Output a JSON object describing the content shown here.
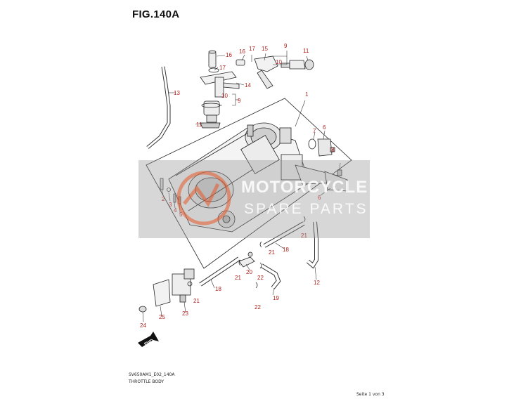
{
  "figure": {
    "title": "FIG.140A",
    "drawing_code": "SV650AM1_E02_140A",
    "drawing_name": "THROTTLE BODY",
    "page_label": "Seite 1 von 3"
  },
  "watermark": {
    "line1": "MOTORCYCLE",
    "line2": "SPARE PARTS"
  },
  "direction_marker": "FWD",
  "callouts": [
    {
      "id": "c1",
      "label": "1"
    },
    {
      "id": "c2",
      "label": "2"
    },
    {
      "id": "c3",
      "label": "3"
    },
    {
      "id": "c4",
      "label": "4"
    },
    {
      "id": "c5",
      "label": "5"
    },
    {
      "id": "c6a",
      "label": "6"
    },
    {
      "id": "c6b",
      "label": "6"
    },
    {
      "id": "c7",
      "label": "7"
    },
    {
      "id": "c8",
      "label": "8"
    },
    {
      "id": "c9a",
      "label": "9"
    },
    {
      "id": "c9b",
      "label": "9"
    },
    {
      "id": "c10a",
      "label": "10"
    },
    {
      "id": "c10b",
      "label": "10"
    },
    {
      "id": "c11a",
      "label": "11"
    },
    {
      "id": "c11b",
      "label": "11"
    },
    {
      "id": "c12",
      "label": "12"
    },
    {
      "id": "c13",
      "label": "13"
    },
    {
      "id": "c14",
      "label": "14"
    },
    {
      "id": "c15",
      "label": "15"
    },
    {
      "id": "c16a",
      "label": "16"
    },
    {
      "id": "c16b",
      "label": "16"
    },
    {
      "id": "c17a",
      "label": "17"
    },
    {
      "id": "c17b",
      "label": "17"
    },
    {
      "id": "c18a",
      "label": "18"
    },
    {
      "id": "c18b",
      "label": "18"
    },
    {
      "id": "c19",
      "label": "19"
    },
    {
      "id": "c20",
      "label": "20"
    },
    {
      "id": "c21a",
      "label": "21"
    },
    {
      "id": "c21b",
      "label": "21"
    },
    {
      "id": "c21c",
      "label": "21"
    },
    {
      "id": "c21d",
      "label": "21"
    },
    {
      "id": "c22a",
      "label": "22"
    },
    {
      "id": "c22b",
      "label": "22"
    },
    {
      "id": "c23",
      "label": "23"
    },
    {
      "id": "c24",
      "label": "24"
    },
    {
      "id": "c25",
      "label": "25"
    }
  ]
}
